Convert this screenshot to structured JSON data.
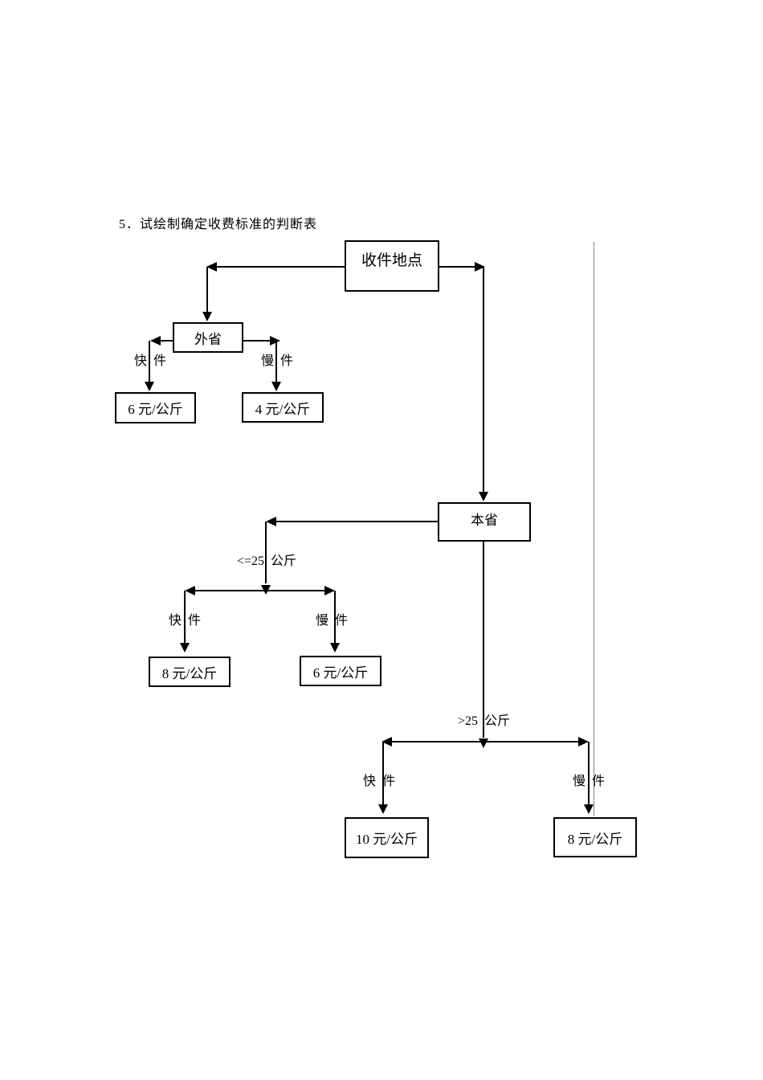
{
  "document": {
    "title": "5．试绘制确定收费标准的判断表"
  },
  "diagram": {
    "type": "decision-tree-flowchart",
    "root_label": "收件地点",
    "branches": [
      {
        "condition": "外省",
        "children": [
          {
            "label": "快 件",
            "result": "6 元/公斤"
          },
          {
            "label": "慢 件",
            "result": "4 元/公斤"
          }
        ]
      },
      {
        "condition": "本省",
        "children": [
          {
            "label": "<=25 公斤",
            "children": [
              {
                "label": "快 件",
                "result": "8 元/公斤"
              },
              {
                "label": "慢 件",
                "result": "6 元/公斤"
              }
            ]
          },
          {
            "label": ">25 公斤",
            "children": [
              {
                "label": "快 件",
                "result": "10 元/公斤"
              },
              {
                "label": "慢 件",
                "result": "8 元/公斤"
              }
            ]
          }
        ]
      }
    ],
    "colors": {
      "line": "#000000",
      "divider_line": "#808080",
      "text": "#000000",
      "node_background": "#ffffff"
    }
  }
}
